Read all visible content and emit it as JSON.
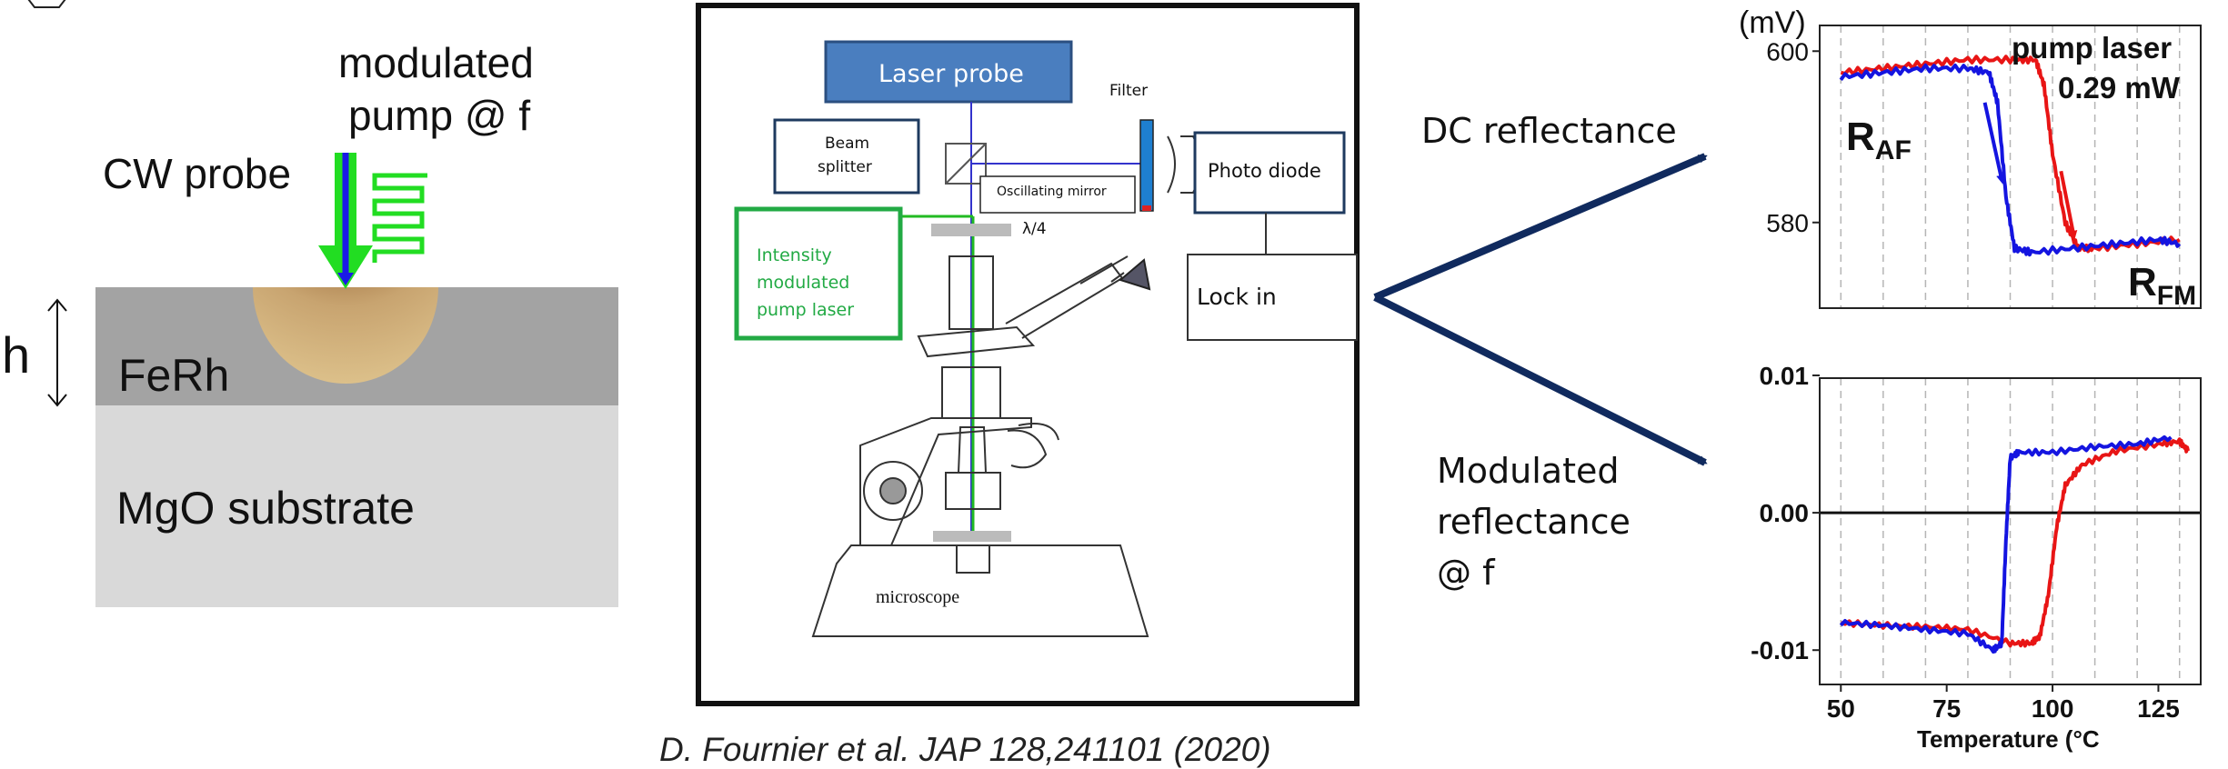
{
  "sample": {
    "pump_label_line1": "modulated",
    "pump_label_line2": "pump @ f",
    "probe_label": "CW probe",
    "thickness_label": "h",
    "film_label": "FeRh",
    "substrate_label": "MgO substrate"
  },
  "setup": {
    "laser_probe": "Laser probe",
    "filter": "Filter",
    "beam_splitter_line1": "Beam",
    "beam_splitter_line2": "splitter",
    "oscillating_mirror": "Oscillating mirror",
    "photo_diode": "Photo diode",
    "quarter_wave": "λ/4",
    "pump_laser_line1": "Intensity",
    "pump_laser_line2": "modulated",
    "pump_laser_line3": "pump laser",
    "lock_in": "Lock in",
    "microscope": "microscope"
  },
  "citation": "D. Fournier et al. JAP 128,241101 (2020)",
  "outputs": {
    "dc_label": "DC reflectance",
    "mod_line1": "Modulated",
    "mod_line2": "reflectance",
    "mod_line3": "@ f"
  },
  "colors": {
    "forward": "#e81515",
    "backward": "#1414e0",
    "pump_green": "#22dd22",
    "arrow_navy": "#102a5e",
    "laser_box": "#4a7ebf"
  },
  "chart_data": [
    {
      "type": "line",
      "title": "",
      "ylabel": "(mV)",
      "xlabel": "",
      "annotation_line1": "pump laser",
      "annotation_line2": "0.29 mW",
      "label_af_main": "R",
      "label_af_sub": "AF",
      "label_fm_main": "R",
      "label_fm_sub": "FM",
      "xlim": [
        45,
        135
      ],
      "ylim": [
        570,
        603
      ],
      "yticks": [
        "600",
        "580"
      ],
      "ytick_values": [
        600,
        580
      ],
      "series": [
        {
          "color": "#e81515",
          "x": [
            50,
            60,
            70,
            80,
            90,
            96,
            98,
            100,
            103,
            106,
            110,
            120,
            130
          ],
          "values": [
            597.5,
            598,
            598.5,
            599,
            599,
            599,
            596,
            588,
            580,
            577,
            577,
            577.5,
            578
          ]
        },
        {
          "color": "#1414e0",
          "x": [
            50,
            60,
            70,
            80,
            85,
            87,
            89,
            91,
            95,
            105,
            115,
            125,
            130
          ],
          "values": [
            597,
            597.5,
            598,
            598,
            597.5,
            594,
            583,
            577,
            576.5,
            577,
            577.5,
            578,
            577.5
          ]
        }
      ]
    },
    {
      "type": "line",
      "title": "",
      "xlabel": "Temperature (°C",
      "ylabel": "",
      "xlim": [
        45,
        135
      ],
      "ylim": [
        -0.0125,
        0.0098
      ],
      "xticks": [
        "50",
        "75",
        "100",
        "125"
      ],
      "xtick_values": [
        50,
        75,
        100,
        125
      ],
      "yticks": [
        "0.01",
        "0.00",
        "-0.01"
      ],
      "ytick_values": [
        0.01,
        0.0,
        -0.01
      ],
      "series": [
        {
          "color": "#e81515",
          "x": [
            50,
            60,
            70,
            80,
            90,
            95,
            97,
            99,
            101,
            103,
            107,
            115,
            125,
            130,
            132
          ],
          "values": [
            -0.008,
            -0.0082,
            -0.0083,
            -0.0085,
            -0.0095,
            -0.0095,
            -0.009,
            -0.006,
            -0.001,
            0.002,
            0.0035,
            0.0045,
            0.005,
            0.0052,
            0.0045
          ]
        },
        {
          "color": "#1414e0",
          "x": [
            50,
            60,
            70,
            80,
            86,
            88,
            89,
            90,
            92,
            100,
            110,
            120,
            128
          ],
          "values": [
            -0.008,
            -0.0082,
            -0.0085,
            -0.0088,
            -0.01,
            -0.0095,
            -0.002,
            0.004,
            0.0044,
            0.0044,
            0.0048,
            0.005,
            0.0055
          ]
        }
      ]
    }
  ]
}
